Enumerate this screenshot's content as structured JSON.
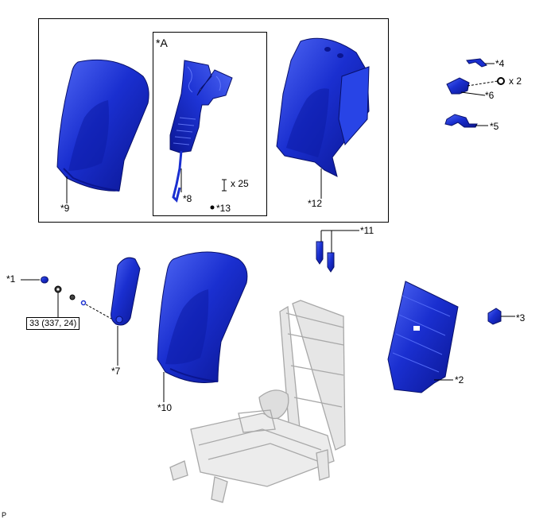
{
  "diagram": {
    "frame_label": "*A",
    "torque_spec": "33 (337, 24)",
    "corner_mark": "P",
    "parts": [
      {
        "id": "p9",
        "label": "*9"
      },
      {
        "id": "p8",
        "label": "*8"
      },
      {
        "id": "p13",
        "label": "*13"
      },
      {
        "id": "p12",
        "label": "*12"
      },
      {
        "id": "p4",
        "label": "*4"
      },
      {
        "id": "p6",
        "label": "*6"
      },
      {
        "id": "p5",
        "label": "*5"
      },
      {
        "id": "p11",
        "label": "*11"
      },
      {
        "id": "p1",
        "label": "*1"
      },
      {
        "id": "p7",
        "label": "*7"
      },
      {
        "id": "p10",
        "label": "*10"
      },
      {
        "id": "p2",
        "label": "*2"
      },
      {
        "id": "p3",
        "label": "*3"
      }
    ],
    "quantities": {
      "clips": "x 25",
      "screws": "x 2"
    }
  },
  "colors": {
    "part_fill": "#1a2fd0",
    "part_dark": "#0a1590",
    "part_light": "#4a63f0",
    "frame_gray": "#c8c8c8",
    "outline": "#000000"
  }
}
